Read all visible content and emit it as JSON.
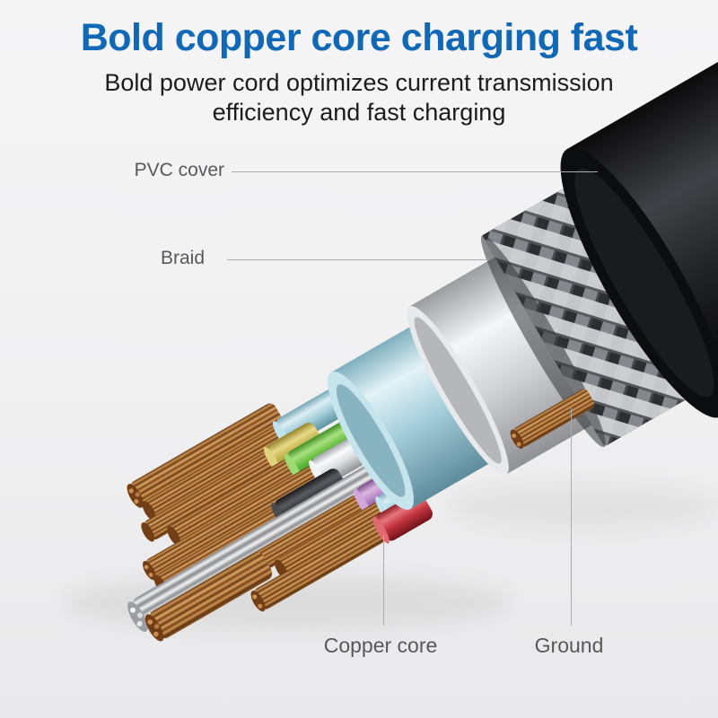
{
  "header": {
    "title": "Bold copper core charging fast",
    "subtitle_line1": "Bold power cord optimizes current transmission",
    "subtitle_line2": "efficiency and fast charging"
  },
  "callouts": {
    "pvc_cover": "PVC cover",
    "braid": "Braid",
    "copper_core": "Copper core",
    "ground": "Ground"
  },
  "cable_layers": [
    {
      "name": "pvc-cover",
      "label": "PVC cover",
      "color": "#131416"
    },
    {
      "name": "braid-shield",
      "label": "Braid",
      "color": "#c9cacd"
    },
    {
      "name": "foil-liner",
      "label": "",
      "color": "#d9dadc"
    },
    {
      "name": "inner-sheath",
      "label": "",
      "color": "#a6cfdb"
    },
    {
      "name": "copper-core",
      "label": "Copper core",
      "color": "#c08244"
    },
    {
      "name": "ground-wire",
      "label": "Ground",
      "color": "#c08244"
    }
  ],
  "wire_colors": {
    "teal": "#9fcbd6",
    "yellow": "#c4b047",
    "green": "#62bb3f",
    "white": "#dddee0",
    "black": "#2d2d31",
    "silver": "#d8d9db",
    "purple": "#b27fc0",
    "red": "#c23540",
    "copper": "#c08244"
  },
  "colors": {
    "title-blue": "#1068b6",
    "subtitle-text": "#1c1c1e",
    "label-text": "#57585b",
    "leader-line": "#abacae",
    "background-top": "#f5f5f6",
    "background-bottom": "#e9e9eb"
  }
}
